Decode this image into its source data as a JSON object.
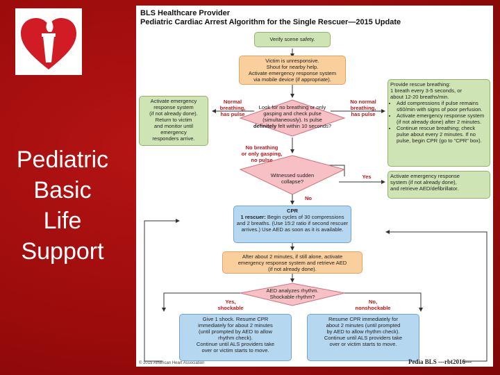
{
  "slide": {
    "title_lines": [
      "Pediatric",
      "Basic",
      "Life",
      "Support"
    ],
    "footer": "Pedia BLS ---rbt2016---",
    "colors": {
      "background": "#a00d0d",
      "logo_red": "#d11b25"
    }
  },
  "flowchart": {
    "header_line1": "BLS Healthcare Provider",
    "header_line2": "Pediatric Cardiac Arrest Algorithm for the Single Rescuer—2015 Update",
    "verify": "Verify scene safety.",
    "victim": [
      "Victim is unresponsive.",
      "Shout for nearby help.",
      "Activate emergency response system",
      "via mobile device (if appropriate)."
    ],
    "activate_left": [
      "Activate emergency",
      "response system",
      "(if not already done).",
      "Return to victim",
      "and monitor until",
      "emergency",
      "responders arrive."
    ],
    "normal_breathing_label": [
      "Normal",
      "breathing,",
      "has pulse"
    ],
    "look_for_breathing": {
      "pre": "Look for no breathing or only gasping and check pulse (simultaneously).",
      "line_a": "Is pulse ",
      "bold": "definitely",
      "line_b": " felt within 10 seconds?"
    },
    "no_normal_label": [
      "No normal",
      "breathing,",
      "has pulse"
    ],
    "rescue_breathing": {
      "intro": [
        "Provide rescue breathing:",
        "1 breath every 3-5 seconds, or",
        "about 12-20 breaths/min."
      ],
      "bullets": [
        "Add compressions if pulse remains ≤60/min with signs of poor perfusion.",
        "Activate emergency response system (if not already done) after 2 minutes.",
        "Continue rescue breathing; check pulse about every 2 minutes. If no pulse, begin CPR (go to “CPR” box)."
      ]
    },
    "no_breathing_label": [
      "No breathing",
      "or only gasping,",
      "no pulse"
    ],
    "witnessed": [
      "Witnessed sudden",
      "collapse?"
    ],
    "yes_label": "Yes",
    "no_label": "No",
    "activate_right": [
      "Activate emergency response",
      "system (if not already done),",
      "and retrieve AED/defibrillator."
    ],
    "cpr": {
      "title": "CPR",
      "lead": "1 rescuer:",
      "text": "Begin cycles of 30 compressions and 2 breaths. (Use 15:2 ratio if second rescuer arrives.) Use AED as soon as it is available."
    },
    "after_2min": [
      "After about 2 minutes, if still alone, activate",
      "emergency response system and retrieve AED",
      "(if not already done)."
    ],
    "aed": [
      "AED analyzes rhythm.",
      "Shockable rhythm?"
    ],
    "shockable_label": [
      "Yes,",
      "shockable"
    ],
    "nonshockable_label": [
      "No,",
      "nonshockable"
    ],
    "give_shock": [
      "Give 1 shock. Resume CPR",
      "immediately for about 2 minutes",
      "(until prompted by AED to allow",
      "rhythm check).",
      "Continue until ALS providers take",
      "over or victim starts to move."
    ],
    "resume_cpr": [
      "Resume CPR immediately for",
      "about 2 minutes (until prompted",
      "by AED to allow rhythm check).",
      "Continue until ALS providers take",
      "over or victim starts to move."
    ],
    "copyright": "© 2015 American Heart Association"
  }
}
